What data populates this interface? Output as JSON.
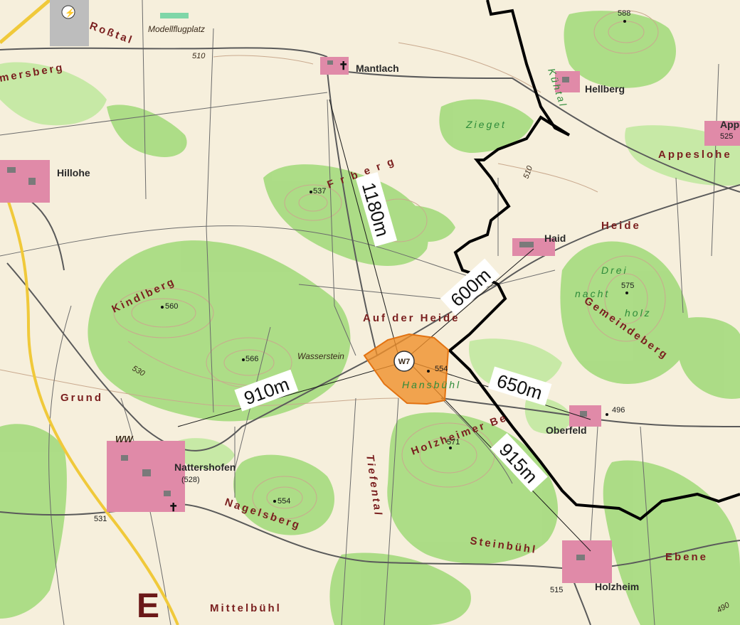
{
  "map": {
    "turbine": {
      "id": "W7",
      "elevation": "554",
      "site_name": "Hansbühl"
    },
    "distances": [
      {
        "label": "1180m",
        "to": "Mantlach"
      },
      {
        "label": "600m",
        "to": "Haid"
      },
      {
        "label": "650m",
        "to": "Oberfeld"
      },
      {
        "label": "915m",
        "to": "Holzheim"
      },
      {
        "label": "910m",
        "to": "Nattershofen"
      }
    ],
    "places": {
      "mantlach": "Mantlach",
      "hellberg": "Hellberg",
      "hillohe": "Hillohe",
      "haid": "Haid",
      "oberfeld": "Oberfeld",
      "nattershofen": "Nattershofen",
      "nattershofen_elev": "(528)",
      "holzheim": "Holzheim",
      "appeslohe": "Appeslohe",
      "appe_short": "Appe",
      "wasserstein": "Wasserstein",
      "modellflugplatz": "Modellflugplatz"
    },
    "areas": {
      "rosstal": "Roßtal",
      "mersberg": "mersberg",
      "kuehtal": "Kühtal",
      "zieget": "Zieget",
      "frberg": "F  r  b  e  r  g",
      "heide": "Heide",
      "auf_der_heide": "Auf der Heide",
      "kindlberg": "Kindlberg",
      "grund": "Grund",
      "dreinachtholz_1": "Drei",
      "dreinachtholz_2": "nacht",
      "dreinachtholz_3": "holz",
      "gemeindeberg": "Gemeindeberg",
      "holzheimer_berg": "Holzheimer Be",
      "tiefental": "Tiefental",
      "nagelsberg": "Nagelsberg",
      "steinbuehl": "Steinbühl",
      "ebene": "Ebene",
      "mittelbuehl": "Mittelbühl",
      "ww": "WW"
    },
    "elevations": {
      "e588": "588",
      "e537": "537",
      "e575": "575",
      "e560": "560",
      "e566": "566",
      "e571": "571",
      "e554b": "554",
      "e496": "496",
      "e531": "531",
      "e515": "515",
      "e510a": "510",
      "e510b": "510",
      "e530": "530",
      "e525": "525",
      "e490": "490"
    },
    "marker_letter": "E",
    "colors": {
      "background": "#f6efdc",
      "forest": "#a9db82",
      "forest_light": "#c7e9a6",
      "settlement": "#e08aa8",
      "contour": "#c9a98e",
      "road": "#6b6b6b",
      "highway": "#f0c93a",
      "border": "#000000",
      "turbine_area": "#f0902a"
    }
  }
}
